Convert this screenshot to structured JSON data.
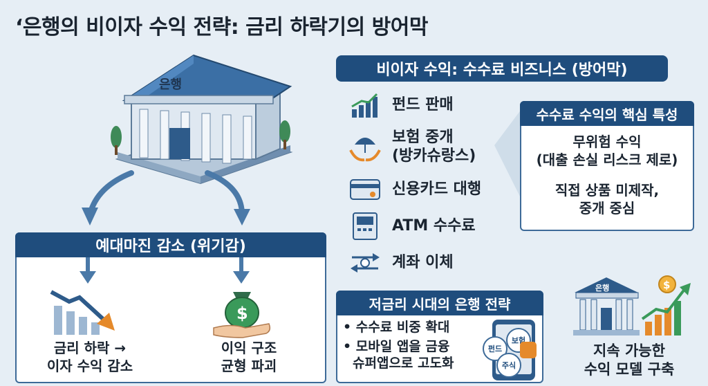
{
  "title": "‘은행의 비이자 수익 전략: 금리 하락기의 방어막",
  "bank_sign": "은행",
  "left_panel": {
    "header": "예대마진 감소 (위기감)",
    "items": [
      {
        "line1": "금리 하락 →",
        "line2": "이자 수익 감소"
      },
      {
        "line1": "이익 구조",
        "line2": "균형 파괴"
      }
    ],
    "money_symbol": "$"
  },
  "fee_section": {
    "header": "비이자 수익: 수수료 비즈니스 (방어막)",
    "items": [
      {
        "label": "펀드 판매",
        "icon": "rising-bar-chart-icon"
      },
      {
        "label": "보험 중개\n(방카슈랑스)",
        "icon": "umbrella-hands-icon"
      },
      {
        "label": "신용카드 대행",
        "icon": "credit-card-icon"
      },
      {
        "label": "ATM 수수료",
        "icon": "atm-icon"
      },
      {
        "label": "계좌 이체",
        "icon": "transfer-arrows-icon"
      }
    ]
  },
  "features": {
    "header": "수수료 수익의 핵심 특성",
    "items": [
      {
        "line1": "무위험 수익",
        "line2": "(대출 손실 리스크 제로)"
      },
      {
        "line1": "직접 상품 미제작,",
        "line2": "중개 중심"
      }
    ]
  },
  "strategy": {
    "header": "저금리 시대의 은행 전략",
    "bullets": [
      {
        "line1": "• 수수료 비중 확대",
        "line2": ""
      },
      {
        "line1": "• 모바일 앱을 금융",
        "line2": "슈퍼앱으로 고도화"
      }
    ],
    "phone_chips": [
      "펀드",
      "보험",
      "주식"
    ]
  },
  "sustainable": {
    "line1": "지속 가능한",
    "line2": "수익 모델 구축",
    "bank_sign": "은행",
    "coin_symbol": "$"
  },
  "colors": {
    "navy": "#1f4d7d",
    "accent_blue": "#3d6a98",
    "orange": "#e58a2b",
    "green": "#3a9a5a",
    "background": "#e6eef5"
  }
}
